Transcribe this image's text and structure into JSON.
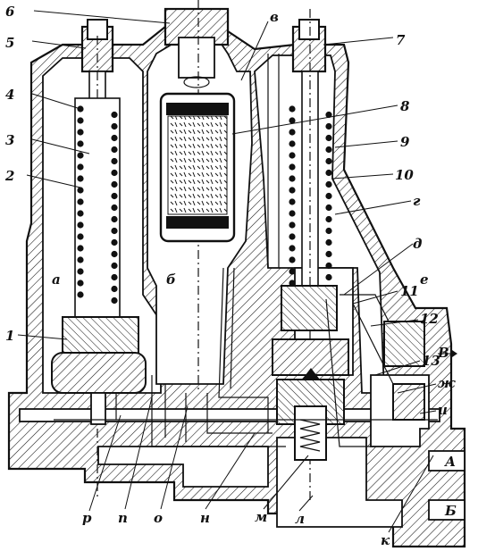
{
  "labels": {
    "numbers": [
      "1",
      "2",
      "3",
      "4",
      "5",
      "6",
      "7",
      "8",
      "9",
      "10",
      "11",
      "12",
      "13"
    ],
    "letters": {
      "a": "а",
      "b": "б",
      "v": "в",
      "g": "г",
      "d": "д",
      "e": "е",
      "zh": "ж",
      "i": "и",
      "k": "к",
      "l": "л",
      "m": "м",
      "n": "н",
      "o": "о",
      "p": "п",
      "r": "р"
    },
    "ports": {
      "A": "А",
      "B": "Б",
      "V": "В"
    }
  },
  "colors": {
    "ink": "#111111",
    "paper": "#ffffff"
  }
}
